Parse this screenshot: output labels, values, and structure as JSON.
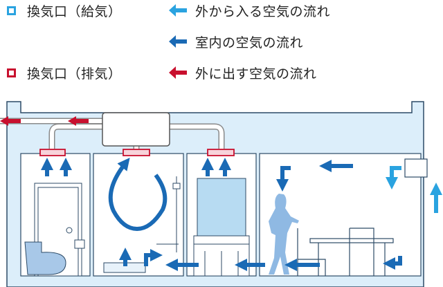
{
  "legend": {
    "supply_vent": "換気口（給気）",
    "exhaust_vent": "換気口（排気）",
    "flow_in": "外から入る空気の流れ",
    "flow_room": "室内の空気の流れ",
    "flow_out": "外に出す空気の流れ"
  },
  "colors": {
    "supply": "#2aa3e0",
    "exhaust": "#c8102e",
    "indoor": "#1a6ab5",
    "room_fill": "#dceefa",
    "outline": "#2c4a66"
  }
}
